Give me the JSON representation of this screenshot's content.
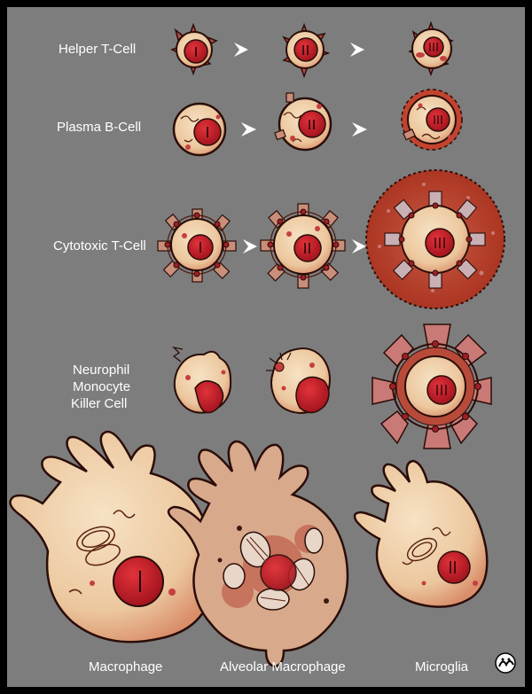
{
  "rows": [
    {
      "label": "Helper T-Cell",
      "stages": [
        "I",
        "II",
        "III"
      ]
    },
    {
      "label": "Plasma B-Cell",
      "stages": [
        "I",
        "II",
        "III"
      ]
    },
    {
      "label": "Cytotoxic T-Cell",
      "stages": [
        "I",
        "II",
        "III"
      ]
    },
    {
      "label_lines": [
        "Neurophil",
        "Monocyte",
        "Killer Cell"
      ],
      "stages": [
        "III"
      ]
    }
  ],
  "bottom_labels": [
    "Macrophage",
    "Alveolar Macrophage",
    "Microglia"
  ],
  "colors": {
    "background": "#7d7d7d",
    "border": "#000000",
    "membrane": "#f0cfa6",
    "nucleus": "#c8202a",
    "halo": "#b8402e",
    "outline": "#2a0d08"
  }
}
